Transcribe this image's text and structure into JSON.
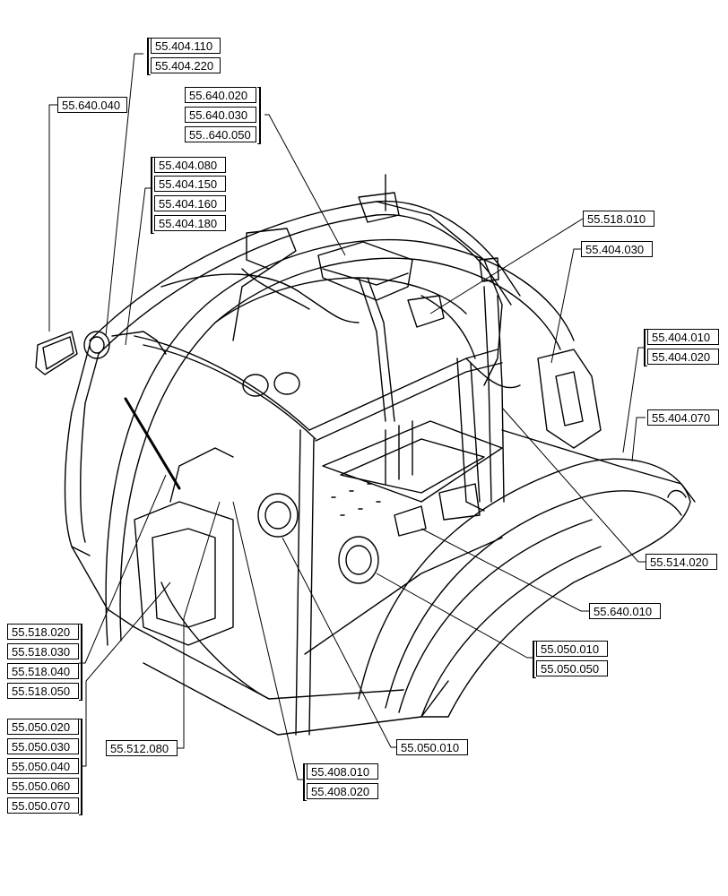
{
  "diagram": {
    "callouts": {
      "c_404_110": "55.404.110",
      "c_404_220": "55.404.220",
      "c_640_040": "55.640.040",
      "c_640_020": "55.640.020",
      "c_640_030": "55.640.030",
      "c_640_050": "55..640.050",
      "c_404_080": "55.404.080",
      "c_404_150": "55.404.150",
      "c_404_160": "55.404.160",
      "c_404_180": "55.404.180",
      "c_518_010": "55.518.010",
      "c_404_030": "55.404.030",
      "c_404_010": "55.404.010",
      "c_404_020": "55.404.020",
      "c_404_070": "55.404.070",
      "c_514_020": "55.514.020",
      "c_640_010": "55.640.010",
      "c_050_010a": "55.050.010",
      "c_050_050": "55.050.050",
      "c_050_010b": "55.050.010",
      "c_408_010": "55.408.010",
      "c_408_020": "55.408.020",
      "c_512_080": "55.512.080",
      "c_518_020": "55.518.020",
      "c_518_030": "55.518.030",
      "c_518_040": "55.518.040",
      "c_518_050": "55.518.050",
      "c_050_020": "55.050.020",
      "c_050_030": "55.050.030",
      "c_050_040": "55.050.040",
      "c_050_060": "55.050.060",
      "c_050_070": "55.050.070"
    }
  }
}
